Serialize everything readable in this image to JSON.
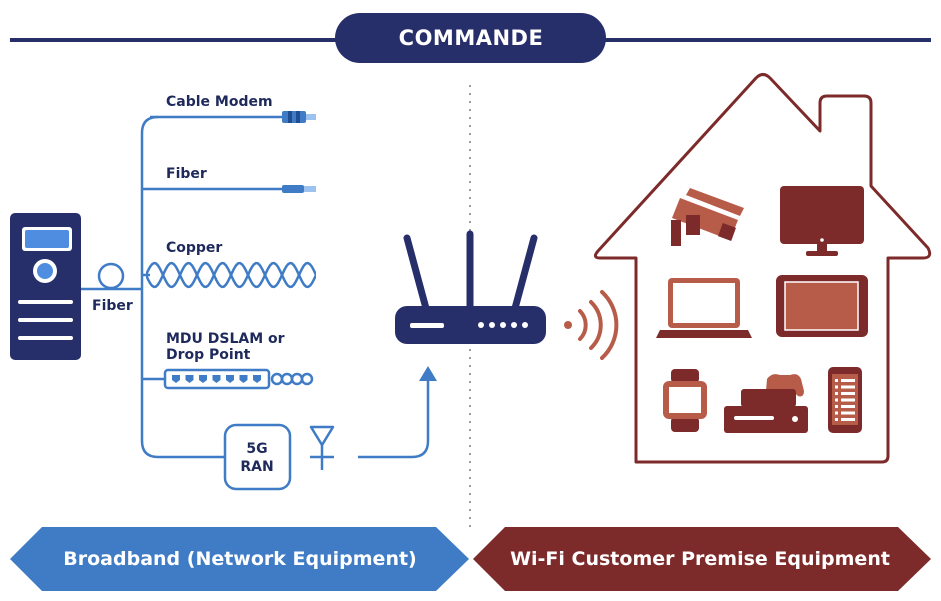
{
  "header": {
    "title": "COMMANDE"
  },
  "network": {
    "source_label": "Fiber",
    "branches": [
      {
        "label": "Cable Modem"
      },
      {
        "label": "Fiber"
      },
      {
        "label": "Copper"
      },
      {
        "label_line1": "MDU DSLAM or",
        "label_line2": "Drop Point"
      },
      {
        "label_line1": "5G",
        "label_line2": "RAN"
      }
    ]
  },
  "banners": {
    "left": "Broadband (Network Equipment)",
    "right": "Wi-Fi Customer Premise Equipment"
  },
  "devices": [
    "security-camera-icon",
    "monitor-icon",
    "laptop-icon",
    "tablet-icon",
    "smartwatch-icon",
    "game-console-icon",
    "smartphone-icon"
  ],
  "colors": {
    "navy": "#272f6b",
    "blue": "#3f7cc5",
    "maroon": "#7d2a2a",
    "terracotta": "#b85c4a"
  }
}
